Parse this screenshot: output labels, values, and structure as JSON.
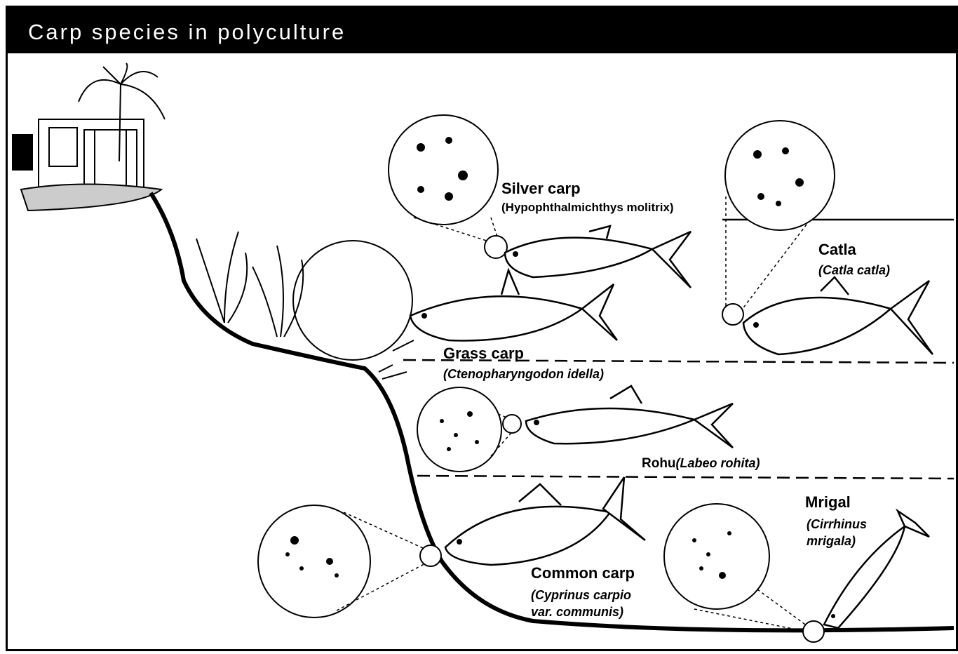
{
  "title": "Carp species in polyculture",
  "species": {
    "silver_carp": {
      "name": "Silver carp",
      "scientific": "(Hypophthalmichthys molitrix)"
    },
    "catla": {
      "name": "Catla",
      "scientific": "(Catla catla)"
    },
    "grass_carp": {
      "name": "Grass carp",
      "scientific": "(Ctenopharyngodon idella)"
    },
    "rohu": {
      "name": "Rohu",
      "scientific": "(Labeo rohita)"
    },
    "common_carp": {
      "name": "Common carp",
      "scientific_line1": "(Cyprinus carpio",
      "scientific_line2": "var. communis)"
    },
    "mrigal": {
      "name": "Mrigal",
      "scientific_line1": "(Cirrhinus",
      "scientific_line2": "mrigala)"
    }
  }
}
